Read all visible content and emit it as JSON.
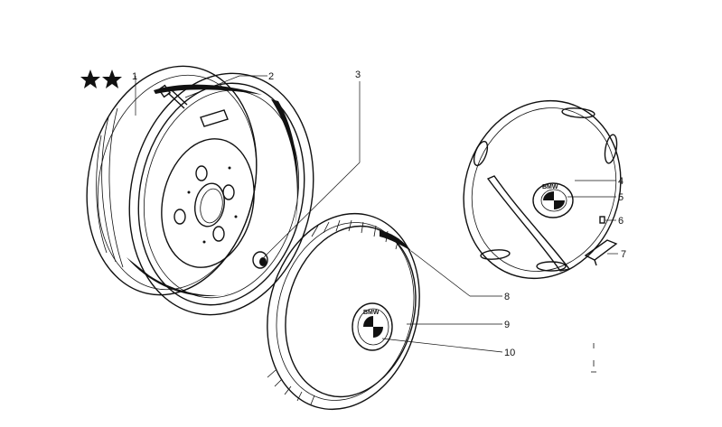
{
  "callouts": [
    {
      "id": "1",
      "text": "1"
    },
    {
      "id": "2",
      "text": "2"
    },
    {
      "id": "3",
      "text": "3"
    },
    {
      "id": "4",
      "text": "4"
    },
    {
      "id": "5",
      "text": "5"
    },
    {
      "id": "6",
      "text": "6"
    },
    {
      "id": "7",
      "text": "7"
    },
    {
      "id": "8",
      "text": "8"
    },
    {
      "id": "9",
      "text": "9"
    },
    {
      "id": "10",
      "text": "10"
    }
  ],
  "emblem_text": "BMW",
  "stars_icon": "two-star-icon",
  "colors": {
    "ink": "#111111",
    "paper": "#ffffff"
  }
}
